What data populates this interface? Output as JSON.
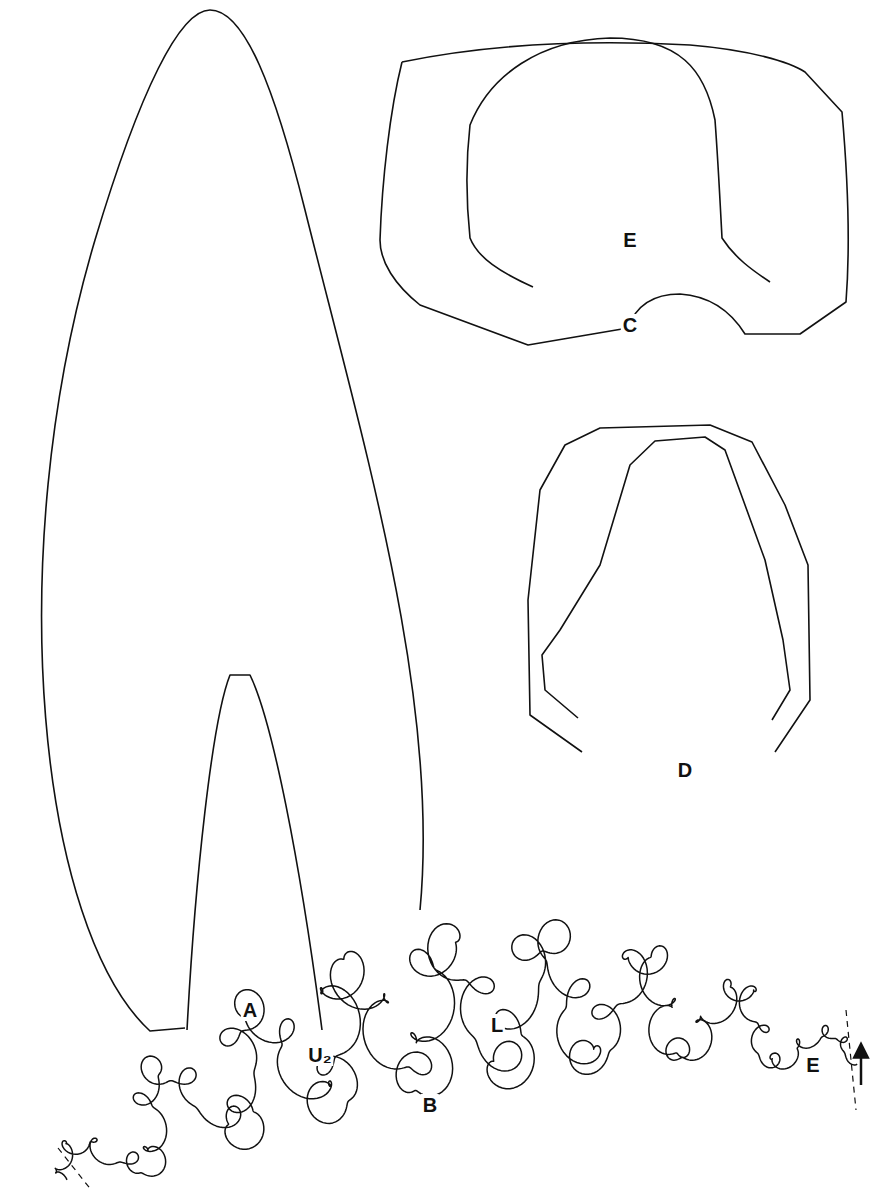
{
  "diagram": {
    "labels": [
      "E",
      "C",
      "D",
      "A",
      "U₂",
      "L",
      "E",
      "B"
    ]
  }
}
